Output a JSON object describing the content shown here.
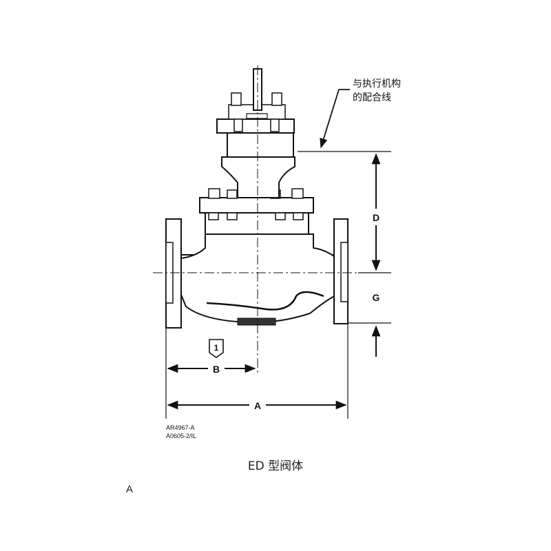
{
  "annotation": {
    "line1": "与执行机构",
    "line2": "的配合线"
  },
  "dimensions": {
    "a": "A",
    "b": "B",
    "d": "D",
    "g": "G"
  },
  "note_marker": "1",
  "part_numbers": {
    "line1": "AR4967-A",
    "line2": "A0605-2/IL"
  },
  "caption": "ED 型阀体",
  "panel_label": "A",
  "colors": {
    "ink": "#111111",
    "body_fill": "#ffffff"
  }
}
